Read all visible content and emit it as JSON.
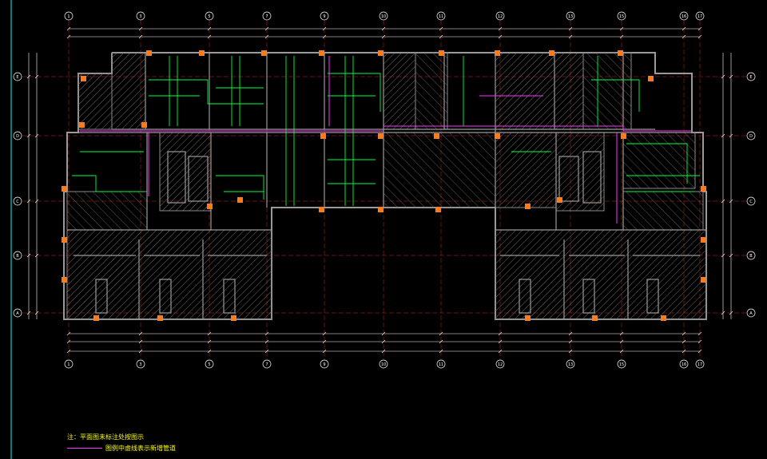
{
  "drawing": {
    "colors": {
      "background": "#000000",
      "wall": "#9a9a9a",
      "hatch": "#6e6e6e",
      "dimension": "#ffffff",
      "duct": "#00ff3c",
      "pipe": "#ff33ff",
      "column": "#ff7a1a",
      "grid_line": "#ff3333",
      "frame": "#00ffff",
      "note": "#ffff00"
    },
    "grid_top": [
      "1",
      "3",
      "5",
      "7",
      "9",
      "10",
      "11",
      "12",
      "13",
      "15",
      "16",
      "17"
    ],
    "grid_bottom": [
      "1",
      "3",
      "5",
      "7",
      "9",
      "10",
      "11",
      "12",
      "13",
      "15",
      "16",
      "17"
    ],
    "grid_left": [
      "E",
      "D",
      "C",
      "B",
      "A"
    ],
    "grid_right": [
      "E",
      "D",
      "C",
      "B",
      "A"
    ]
  },
  "notes": {
    "line1": "注：平面图未标注处按图示",
    "line2": "图例中虚线表示新增管道"
  }
}
